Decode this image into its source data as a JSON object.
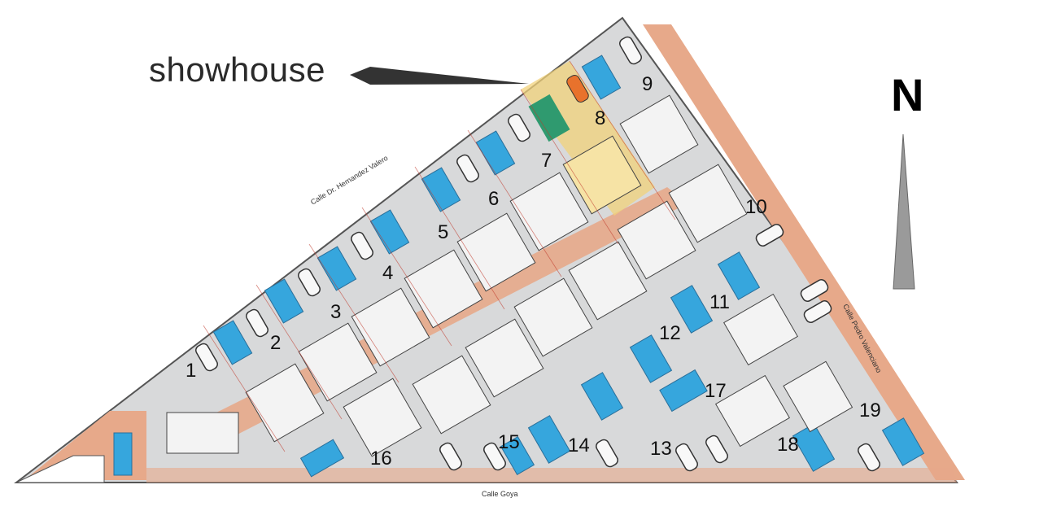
{
  "labels": {
    "showhouse": "showhouse",
    "north": "N"
  },
  "streets": {
    "top": "Calle Dr. Hernandez Valero",
    "right": "Calle Pedro Valenciano",
    "bottom": "Calle Goya"
  },
  "plots": [
    "1",
    "2",
    "3",
    "4",
    "5",
    "6",
    "7",
    "8",
    "9",
    "10",
    "11",
    "12",
    "13",
    "14",
    "15",
    "16",
    "17",
    "18",
    "19"
  ],
  "colors": {
    "parcel_fill": "#d4d6d8",
    "parcel_border": "#c0392b",
    "path_fill": "#e7a98a",
    "pool_fill": "#36a6dd",
    "house_fill": "#f3f3f3",
    "showhouse_fill": "#f2d27a",
    "showhouse_pool": "#2f9a6f",
    "car_fill": "#e8722c",
    "arrow_fill": "#9a9a9a"
  }
}
